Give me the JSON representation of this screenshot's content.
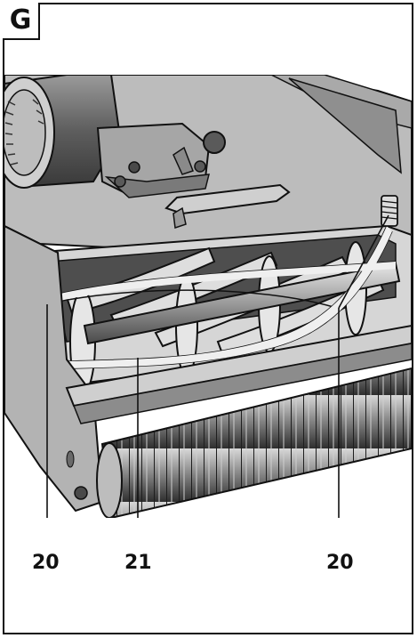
{
  "figure": {
    "letter": "G"
  },
  "callouts": [
    {
      "number": "20"
    },
    {
      "number": "21"
    },
    {
      "number": "20"
    }
  ],
  "illustration": {
    "subject-icon": "lawnmower-cylinder-blade-icon",
    "colors": {
      "body": "#b9b9b9",
      "shadow": "#7c7c7c",
      "dark": "#3a3a3a",
      "highlight": "#e4e4e4",
      "line": "#111111"
    }
  }
}
